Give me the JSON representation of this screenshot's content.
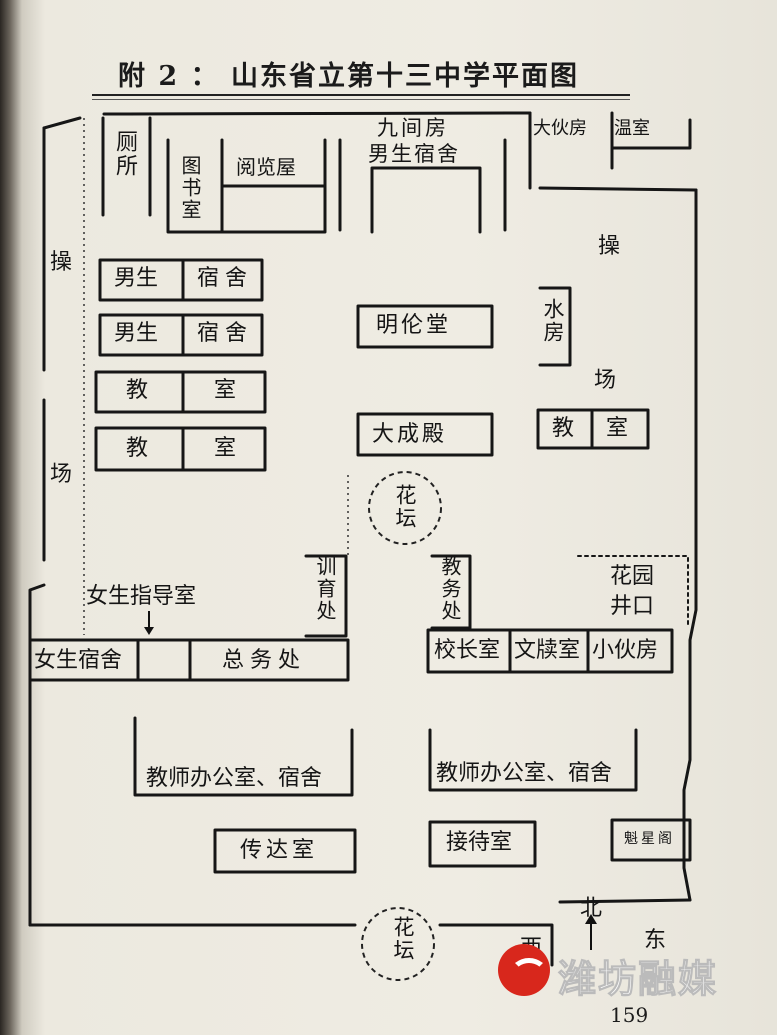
{
  "title": "附 2 ： 山东省立第十三中学平面图",
  "page_number": "159",
  "watermark": {
    "text": "潍坊融媒",
    "logo_color": "#d8271c"
  },
  "rooms": {
    "toilet": "厕所",
    "library": "图书室",
    "reading_room": "阅览屋",
    "nine_rooms": "九间房",
    "boys_dorm_top": "男生宿舍",
    "big_kitchen": "大伙房",
    "greenhouse": "温室",
    "boys_dorm_1_a": "男生",
    "boys_dorm_1_b": "宿舍",
    "boys_dorm_2_a": "男生",
    "boys_dorm_2_b": "宿舍",
    "classroom_1_a": "教",
    "classroom_1_b": "室",
    "classroom_2_a": "教",
    "classroom_2_b": "室",
    "minglun_hall": "明伦堂",
    "dacheng_hall": "大成殿",
    "water_room": "水房",
    "classroom_right_a": "教",
    "classroom_right_b": "室",
    "flower_bed_top": "花坛",
    "discipline_office": "训育处",
    "academic_office": "教务处",
    "garden": "花园",
    "well": "井口",
    "girls_guidance": "女生指导室",
    "girls_dorm": "女生宿舍",
    "general_affairs": "总务处",
    "principal": "校长室",
    "wendu_room": "文牍室",
    "small_kitchen": "小伙房",
    "teacher_office_left": "教师办公室、宿舍",
    "teacher_office_right": "教师办公室、宿舍",
    "gatehouse": "传达室",
    "reception": "接待室",
    "kuixing": "魁星阁",
    "flower_bed_bottom": "花坛"
  },
  "areas": {
    "playground_left_1": "操",
    "playground_left_2": "场",
    "playground_right_1": "操",
    "playground_right_2": "场"
  },
  "compass": {
    "north": "北",
    "east": "东",
    "west": "西"
  }
}
